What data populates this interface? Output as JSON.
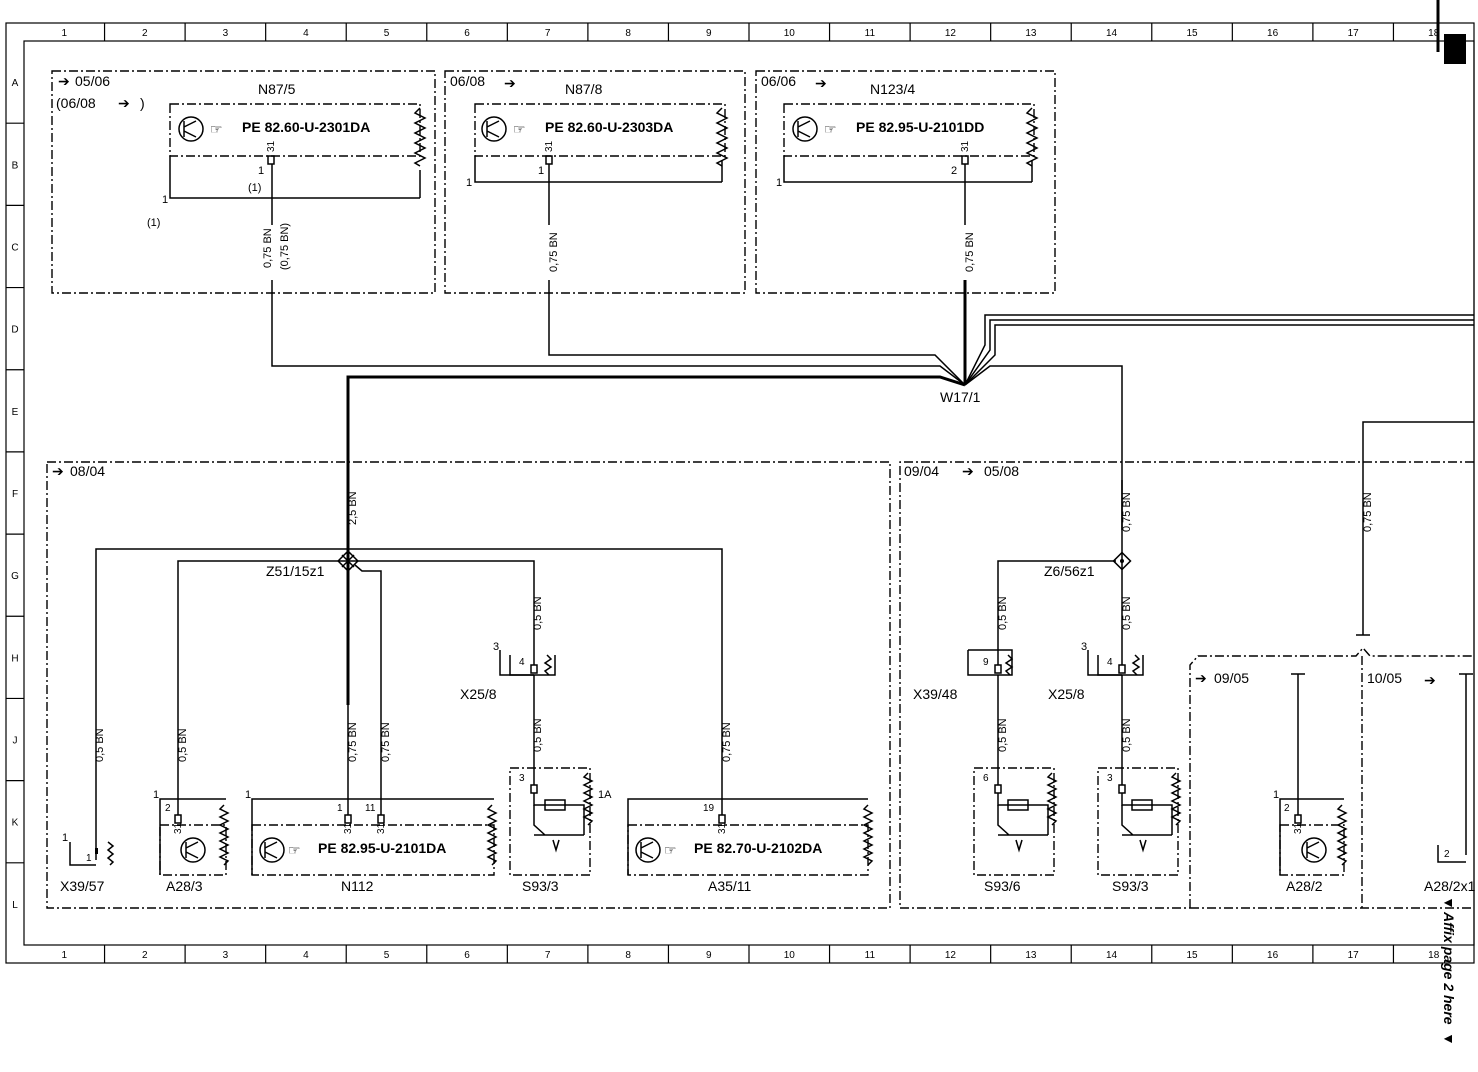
{
  "grid": {
    "columns": [
      "1",
      "2",
      "3",
      "4",
      "5",
      "6",
      "7",
      "8",
      "9",
      "10",
      "11",
      "12",
      "13",
      "14",
      "15",
      "16",
      "17",
      "18"
    ],
    "rows": [
      "A",
      "B",
      "C",
      "D",
      "E",
      "F",
      "G",
      "H",
      "J",
      "K",
      "L"
    ]
  },
  "top_boxes": [
    {
      "date_from": "05/06",
      "date_extra": "(06/08",
      "arrow2": ")",
      "name": "N87/5",
      "pe": "PE 82.60-U-2301DA",
      "pin_top": "31",
      "pin_a": "1",
      "pin_b": "(1)",
      "left_pin": "1",
      "left_pin2": "(1)",
      "wire": "0,75 BN",
      "wire2": "(0,75 BN)"
    },
    {
      "date_from": "06/08",
      "name": "N87/8",
      "pe": "PE 82.60-U-2303DA",
      "pin_top": "31",
      "pin_a": "1",
      "left_pin": "1",
      "wire": "0,75 BN"
    },
    {
      "date_from": "06/06",
      "name": "N123/4",
      "pe": "PE 82.95-U-2101DD",
      "pin_top": "31",
      "pin_a": "2",
      "left_pin": "1",
      "wire": "0,75 BN"
    }
  ],
  "harness": "W17/1",
  "left_group": {
    "date": "08/04",
    "main_wire": "2,5 BN",
    "splice": "Z51/15z1",
    "components": [
      {
        "name": "X39/57",
        "wire": "0,5 BN",
        "pin": "1",
        "pin2": "1"
      },
      {
        "name": "A28/3",
        "wire": "0,5 BN",
        "pin": "2",
        "pin_l": "1",
        "pin_31": "31"
      },
      {
        "name": "N112",
        "wire": "0,75 BN",
        "wire2": "0,75 BN",
        "pin": "1",
        "pin2": "11",
        "pin_l": "1",
        "pin_31": "31",
        "pe": "PE 82.95-U-2101DA"
      },
      {
        "name": "X25/8",
        "wire": "0,5 BN",
        "pin": "4",
        "pin_l": "3"
      },
      {
        "name": "S93/3",
        "wire": "0,5 BN",
        "pin": "3",
        "fuse": "1A"
      },
      {
        "name": "A35/11",
        "wire": "0,75 BN",
        "pin": "19",
        "pin_31": "31",
        "pe": "PE 82.70-U-2102DA"
      }
    ]
  },
  "right_group": {
    "date_from": "09/04",
    "date_to": "05/08",
    "main_wire": "0,75 BN",
    "splice": "Z6/56z1",
    "components": [
      {
        "name": "X39/48",
        "wire": "0,5 BN",
        "pin": "9"
      },
      {
        "name": "X25/8",
        "wire": "0,5 BN",
        "pin": "4",
        "pin_l": "3"
      },
      {
        "name": "S93/6",
        "wire": "0,5 BN",
        "pin": "6"
      },
      {
        "name": "S93/3",
        "wire": "0,5 BN",
        "pin": "3"
      }
    ]
  },
  "far_right": {
    "wire": "0,75 BN",
    "sub_a": {
      "date": "09/05",
      "name": "A28/2",
      "pin": "2",
      "pin_l": "1",
      "pin_31": "31"
    },
    "sub_b": {
      "date": "10/05",
      "name": "A28/2x1",
      "pin": "2"
    }
  },
  "affix_note": "Affix page 2 here"
}
